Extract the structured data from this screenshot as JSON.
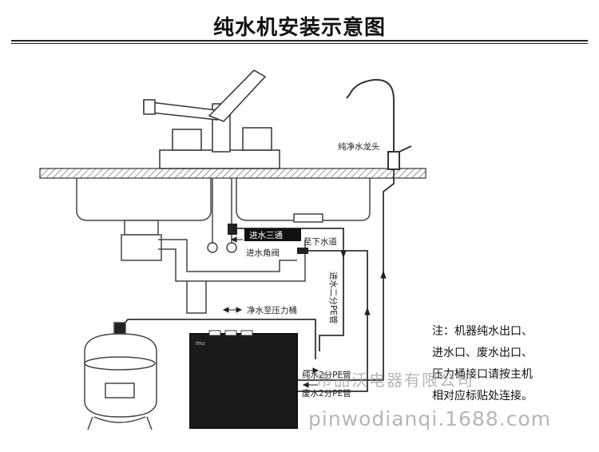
{
  "title": "纯水机安装示意图",
  "labels": {
    "faucet": "纯净水龙头",
    "inlet_tee": "进水三通",
    "drain": "至下水道",
    "angle_valve": "进水角阀",
    "tank": "净水至压力桶",
    "inlet_pipe": "进水二分PE管",
    "pure_pipe": "纯水2分PE管",
    "waste_pipe": "废水2分PE管"
  },
  "note": {
    "lines": [
      "注：机器纯水出口、",
      "进水口、废水出口、",
      "压力桶接口请按主机",
      "相对应标贴处连接。"
    ]
  },
  "watermark": {
    "company": "市品沃电器有限公司",
    "url": "pinwodianqi.1688.com"
  }
}
